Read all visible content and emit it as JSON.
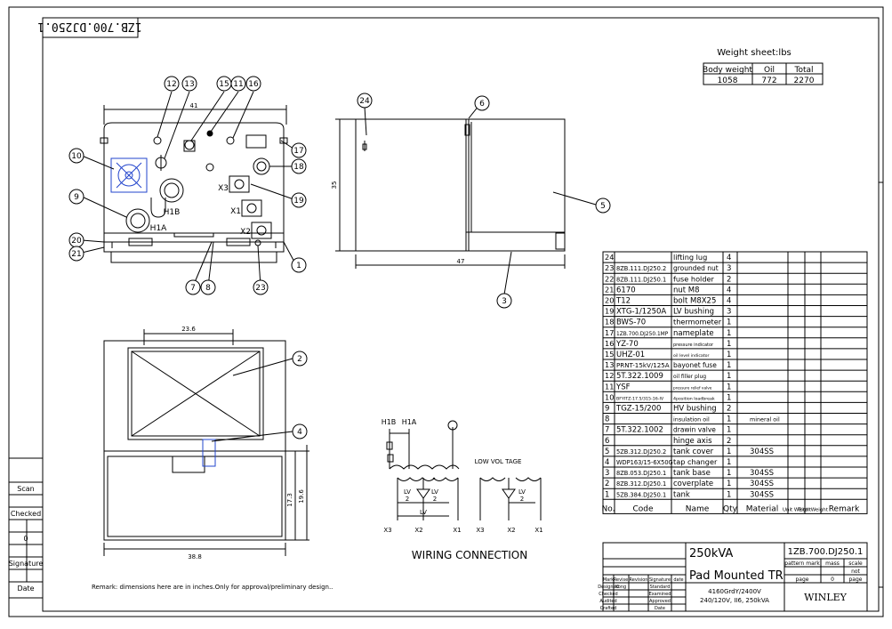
{
  "drawing_number": "1ZB.700.DJ250.1",
  "weight_sheet": {
    "title": "Weight sheet:lbs",
    "headers": [
      "Body weight",
      "Oil",
      "Total"
    ],
    "values": [
      "1058",
      "772",
      "2270"
    ]
  },
  "front_view": {
    "dim_width": "41",
    "callouts_top": [
      "12",
      "13",
      "15",
      "11",
      "16"
    ],
    "callouts_left": [
      "10",
      "9",
      "20",
      "21"
    ],
    "callouts_right": [
      "17",
      "18",
      "19",
      "1"
    ],
    "callouts_bottom": [
      "7",
      "8",
      "23"
    ],
    "labels": {
      "h1b": "H1B",
      "h1a": "H1A",
      "x1": "X1",
      "x2": "X2",
      "x3": "X3"
    }
  },
  "side_view": {
    "dim_height": "35",
    "dim_width": "47",
    "callouts": [
      "24",
      "6",
      "5",
      "3"
    ]
  },
  "top_view": {
    "dim_top": "23.6",
    "dim_bottom": "38.8",
    "dim_right_a": "17.3",
    "dim_right_b": "19.6",
    "callouts": [
      "2",
      "4"
    ]
  },
  "wiring": {
    "title": "WIRING CONNECTION",
    "hv_labels": [
      "H1B",
      "H1A"
    ],
    "lv_title": "LOW VOL TAGE",
    "fraction_num": "LV",
    "fraction_den": "2",
    "lv_label": "LV",
    "terminals_left": [
      "X3",
      "X2",
      "X1"
    ],
    "terminals_right": [
      "X3",
      "X2",
      "X1"
    ]
  },
  "remark": "Remark: dimensions here are in inches.Only for approval/preliminary design..",
  "left_strip": [
    "Scan",
    "Checked",
    "0",
    "Signature",
    "Date"
  ],
  "bom": {
    "headers": [
      "No.",
      "Code",
      "Name",
      "Qty",
      "Material",
      "Unit Weight",
      "Total Weight",
      "Remark"
    ],
    "rows": [
      {
        "no": "24",
        "code": "",
        "name": "lifting lug",
        "qty": "4",
        "material": ""
      },
      {
        "no": "23",
        "code": "8ZB.111.DJ250.2",
        "name": "grounded nut",
        "qty": "3",
        "material": ""
      },
      {
        "no": "22",
        "code": "8ZB.111.DJ250.1",
        "name": "fuse holder",
        "qty": "2",
        "material": ""
      },
      {
        "no": "21",
        "code": "6170",
        "name": "nut M8",
        "qty": "4",
        "material": ""
      },
      {
        "no": "20",
        "code": "T12",
        "name": "bolt M8X25",
        "qty": "4",
        "material": ""
      },
      {
        "no": "19",
        "code": "XTG-1/1250A",
        "name": "LV bushing",
        "qty": "3",
        "material": ""
      },
      {
        "no": "18",
        "code": "BWS-70",
        "name": "thermometer",
        "qty": "1",
        "material": ""
      },
      {
        "no": "17",
        "code": "1ZB.700.DJ250.1MP",
        "name": "nameplate",
        "qty": "1",
        "material": ""
      },
      {
        "no": "16",
        "code": "YZ-70",
        "name": "pressure indicator",
        "qty": "1",
        "material": ""
      },
      {
        "no": "15",
        "code": "UHZ-01",
        "name": "oil level indicator",
        "qty": "1",
        "material": ""
      },
      {
        "no": "13",
        "code": "PRNT-15kV/125A",
        "name": "bayonet fuse",
        "qty": "1",
        "material": ""
      },
      {
        "no": "12",
        "code": "5T.322.1009",
        "name": "oil filler plug",
        "qty": "1",
        "material": ""
      },
      {
        "no": "11",
        "code": "YSF",
        "name": "pressure relief valve",
        "qty": "1",
        "material": ""
      },
      {
        "no": "10",
        "code": "BFYITZ-17.5/315-16-IV",
        "name": "4position loadbreak",
        "qty": "1",
        "material": ""
      },
      {
        "no": "9",
        "code": "TGZ-15/200",
        "name": "HV bushing",
        "qty": "2",
        "material": ""
      },
      {
        "no": "8",
        "code": "",
        "name": "insulation oil",
        "qty": "1",
        "material": "mineral oil"
      },
      {
        "no": "7",
        "code": "5T.322.1002",
        "name": "drawin valve",
        "qty": "1",
        "material": ""
      },
      {
        "no": "6",
        "code": "",
        "name": "hinge axis",
        "qty": "2",
        "material": ""
      },
      {
        "no": "5",
        "code": "5ZB.312.DJ250.2",
        "name": "tank cover",
        "qty": "1",
        "material": "304SS"
      },
      {
        "no": "4",
        "code": "WDP163/15-6X50G",
        "name": "tap changer",
        "qty": "1",
        "material": ""
      },
      {
        "no": "3",
        "code": "8ZB.053.DJ250.1",
        "name": "tank base",
        "qty": "1",
        "material": "304SS"
      },
      {
        "no": "2",
        "code": "8ZB.312.DJ250.1",
        "name": "coverplate",
        "qty": "1",
        "material": "304SS"
      },
      {
        "no": "1",
        "code": "5ZB.384.DJ250.1",
        "name": "tank",
        "qty": "1",
        "material": "304SS"
      }
    ]
  },
  "title_block": {
    "product_line1": "250kVA",
    "product_line2": "Pad Mounted TR",
    "drawing_no": "1ZB.700.DJ250.1",
    "spec_line1": "4160GrdY/2400V",
    "spec_line2": "240/120V, II6, 250kVA",
    "company": "WINLEY",
    "pattern_mark": "pattern mark",
    "mass": "mass",
    "scale": "scale",
    "not_label": "not",
    "page_label": "page",
    "page_value": "0",
    "page_label2": "page",
    "rev_headers": [
      "Mark",
      "Revise",
      "Revision",
      "Signature",
      "date"
    ],
    "roles": [
      "Designed",
      "Checked",
      "Audited",
      "Crafted"
    ],
    "role_names": [
      "Kong",
      "",
      "",
      ""
    ],
    "role_right": [
      "Standard",
      "Examined",
      "Approved",
      "Date"
    ]
  }
}
